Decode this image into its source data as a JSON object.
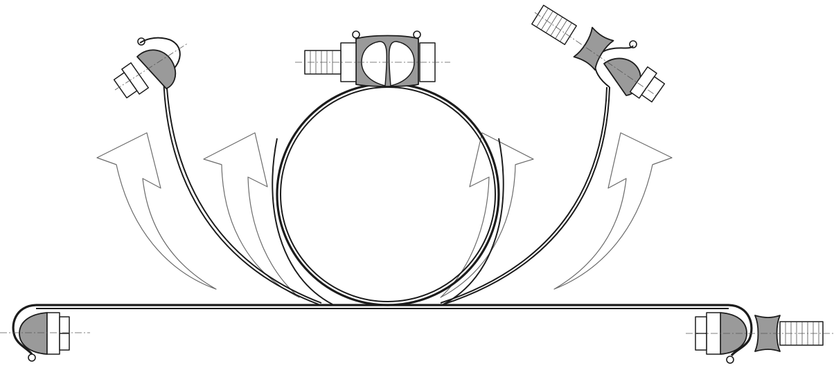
{
  "figure": {
    "palette": {
      "ink": "#1c1c1c",
      "cap_fill": "#9a9a9a",
      "arrow_stroke": "#6a6a6a",
      "paper": "#ffffff"
    },
    "stages": [
      {
        "id": "open-band",
        "description_icon": "open-clamp-band-icon"
      },
      {
        "id": "rolling-band-left-outer",
        "description_icon": "band-rolling-icon"
      },
      {
        "id": "rolling-band-left-inner",
        "description_icon": "band-rolling-icon"
      },
      {
        "id": "closed-clamp",
        "description_icon": "closed-clamp-icon"
      },
      {
        "id": "rolling-band-right-inner",
        "description_icon": "band-rolling-icon"
      },
      {
        "id": "rolling-band-right-outer",
        "description_icon": "band-rolling-icon"
      }
    ],
    "arrows": [
      "curved-arrow-icon",
      "curved-arrow-icon",
      "curved-arrow-icon",
      "curved-arrow-icon"
    ]
  }
}
